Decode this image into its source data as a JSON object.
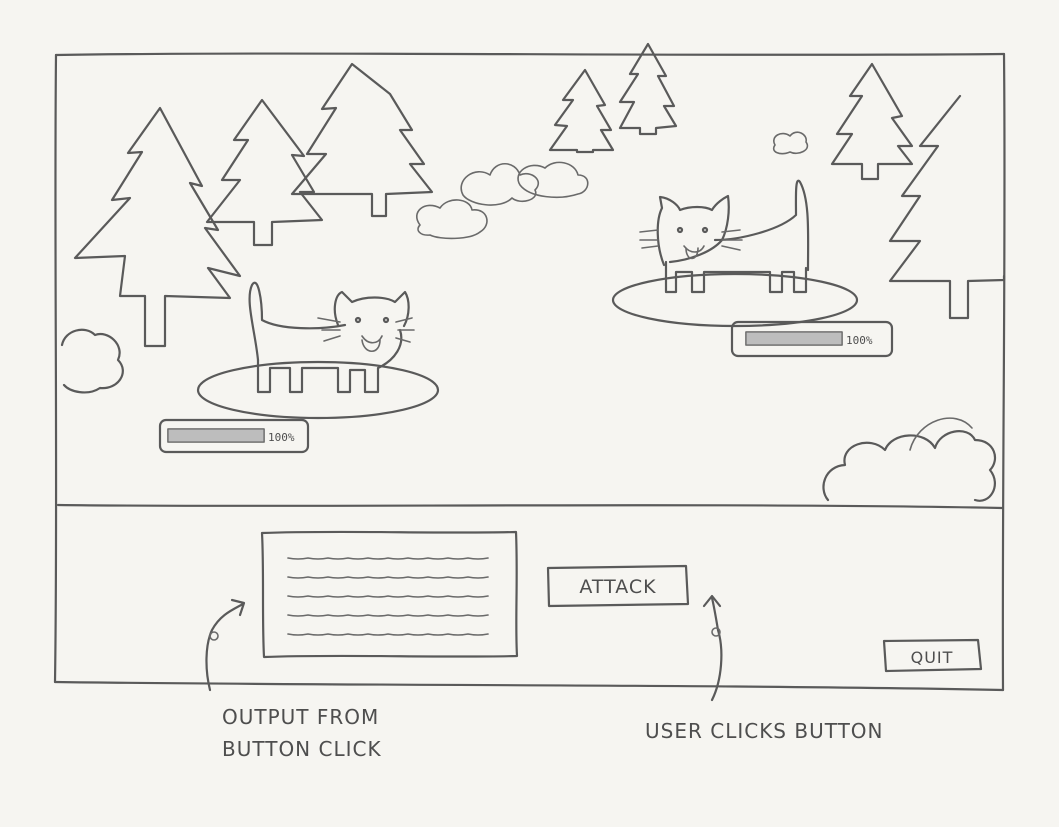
{
  "scene": {
    "player": {
      "name": "",
      "hp_label": "100%",
      "hp": 1.0
    },
    "enemy": {
      "name": "",
      "hp_label": "100%",
      "hp": 1.0
    }
  },
  "controls": {
    "output_lines": 5,
    "attack_label": "ATTACK",
    "quit_label": "QUIT"
  },
  "annotations": {
    "output_note_line1": "OUTPUT FROM",
    "output_note_line2": "BUTTON CLICK",
    "button_note": "USER CLICKS BUTTON"
  },
  "icons": [
    "tree-icon",
    "cloud-icon",
    "bush-icon",
    "cat-icon",
    "arrow-icon"
  ]
}
